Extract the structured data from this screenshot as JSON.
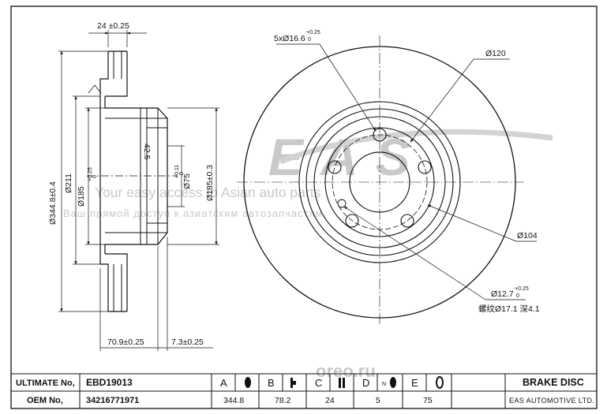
{
  "watermark": {
    "logo": "EAS",
    "line_en": "Your easy access to Asian auto parts",
    "line_ru": "Ваш прямой доступ к азиатским автозапчастям.",
    "site": "oreo.ru"
  },
  "dimensions": {
    "thickness": "24 ±0.25",
    "bolt_holes": "5xØ16.6",
    "bolt_holes_tol": "+0.25",
    "bolt_holes_tol2": "0",
    "pcd": "Ø120",
    "outer_dia": "Ø344.8±0.4",
    "dia_211": "Ø211",
    "dia_185_tol": "+0.25",
    "dia_185_tol2": "0",
    "dia_185": "Ø185",
    "dia_75_tol": "+0.11",
    "dia_75_tol2": "0",
    "dia_75": "Ø75",
    "dia_185_03": "Ø185±0.3",
    "height": "70.9±0.25",
    "hat": "7.3±0.25",
    "hub_size": "42.5",
    "dia_104": "Ø104",
    "dia_127": "Ø12.7",
    "dia_127_tol": "+0.25",
    "dia_127_tol2": "0",
    "thread": "螺纹Ø17.1 深4.1"
  },
  "title_block": {
    "ultimate_label": "ULTIMATE No,",
    "ultimate_value": "EBD19013",
    "oem_label": "OEM No,",
    "oem_value": "34216771971",
    "product": "BRAKE DISC",
    "company": "EAS AUTOMOTIVE LTD.",
    "columns": [
      {
        "letter": "A",
        "value": "344.8"
      },
      {
        "letter": "B",
        "value": "78.2"
      },
      {
        "letter": "C",
        "value": "24"
      },
      {
        "letter": "D",
        "value": "5"
      },
      {
        "letter": "E",
        "value": "75"
      }
    ]
  }
}
